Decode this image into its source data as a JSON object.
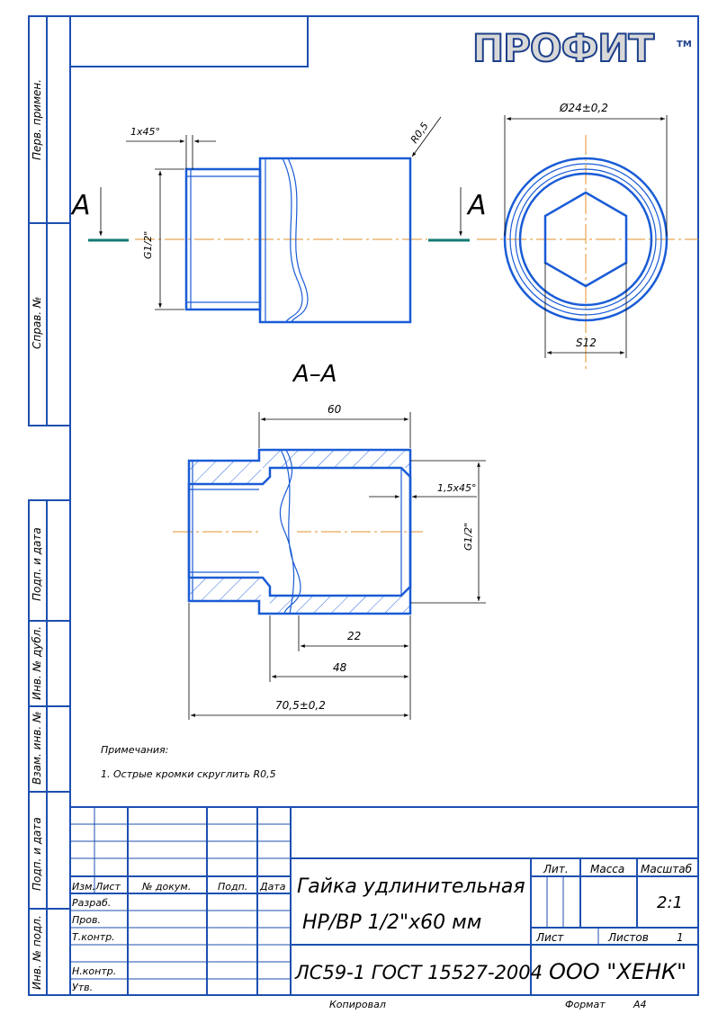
{
  "logo": {
    "text": "ПРОФИТ",
    "tm": "TM"
  },
  "side_labels": {
    "perv_primen": "Перв. примен.",
    "sprav_no": "Справ. №",
    "podp_i_data_1": "Подп. и дата",
    "inv_no_dubl": "Инв. № дубл.",
    "vzam_inv_no": "Взам. инв. №",
    "podp_i_data_2": "Подп. и дата",
    "inv_no_podl": "Инв. № подл."
  },
  "views": {
    "section_label": "А–А",
    "arrow_letter_left": "А",
    "arrow_letter_right": "А"
  },
  "dimensions": {
    "chamfer_top": "1x45°",
    "radius": "R0,5",
    "thread_side": "G1/2\"",
    "diameter": "Ø24±0,2",
    "hex": "S12",
    "length_60": "60",
    "chamfer_section": "1,5x45°",
    "thread_section": "G1/2\"",
    "depth_22": "22",
    "depth_48": "48",
    "total_length": "70,5±0,2"
  },
  "notes": {
    "title": "Примечания:",
    "item1": "1. Острые кромки скруглить R0,5"
  },
  "title_block": {
    "headers": {
      "izm": "Изм.",
      "list": "Лист",
      "doc": "№ докум.",
      "podp": "Подп.",
      "data": "Дата"
    },
    "roles": {
      "razrab": "Разраб.",
      "prov": "Пров.",
      "tkontr": "Т.контр.",
      "nkontr": "Н.контр.",
      "utv": "Утв."
    },
    "name_line1": "Гайка удлинительная",
    "name_line2": "НР/ВР 1/2\"х60 мм",
    "material": "ЛС59-1 ГОСТ 15527-2004",
    "company": "ООО \"ХЕНК\"",
    "lit": "Лит.",
    "massa": "Масса",
    "masshtab": "Масштаб",
    "scale_value": "2:1",
    "sheet": "Лист",
    "sheets": "Листов",
    "sheets_value": "1"
  },
  "footer": {
    "copied": "Копировал",
    "format": "Формат",
    "format_value": "А4"
  }
}
